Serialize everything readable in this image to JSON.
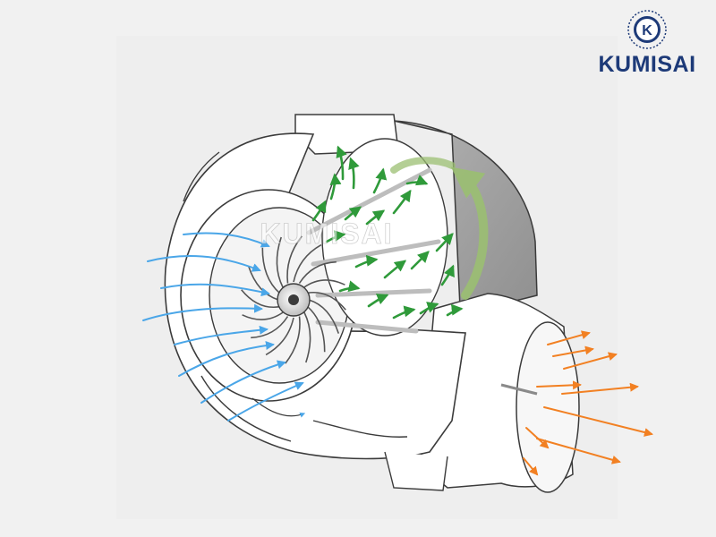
{
  "brand": {
    "seal_letter": "K",
    "name": "KUMISAI",
    "color": "#1d3a78"
  },
  "watermark": {
    "text": "KUMISAI"
  },
  "colors": {
    "inlet_airflow": "#4aa6e8",
    "internal_airflow": "#2f9a3a",
    "rotation_arrow": "#9bbf72",
    "outlet_airflow": "#f28022",
    "housing_fill": "#ffffff",
    "housing_stroke": "#3b3b3b",
    "scroll_back": "#9a9a9a"
  },
  "diagram": {
    "subject": "centrifugal-fan-cutaway",
    "inlet_arrow_count": 8,
    "internal_arrow_count": 20,
    "outlet_arrow_count": 9,
    "impeller_blade_count": 16
  }
}
